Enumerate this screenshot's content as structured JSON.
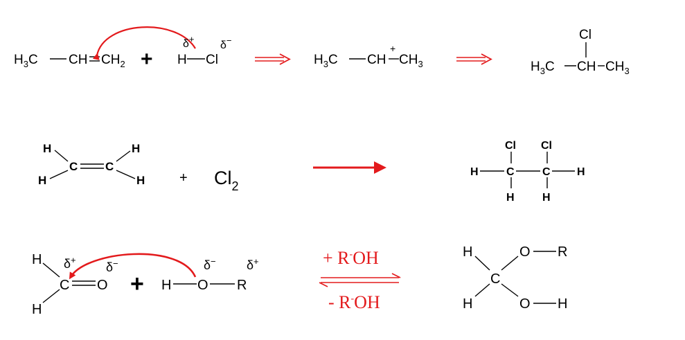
{
  "colors": {
    "ink": "#000000",
    "accent": "#e31a1c"
  },
  "row1": {
    "propene": {
      "h3c": "H",
      "h3c_sub": "3",
      "h3c_c": "C",
      "ch": "CH",
      "ch2": "CH",
      "ch2_sub": "2"
    },
    "plus": "+",
    "hcl": {
      "h": "H",
      "cl": "Cl",
      "delta_plus": "δ",
      "plus_mark": "+",
      "delta_minus": "δ",
      "minus_mark": "−"
    },
    "carbocation": {
      "h3c": "H",
      "h3c_sub": "3",
      "h3c_c": "C",
      "ch": "CH",
      "charge": "+",
      "ch3": "CH",
      "ch3_sub": "3"
    },
    "product": {
      "cl": "Cl",
      "h3c": "H",
      "h3c_sub": "3",
      "h3c_c": "C",
      "ch": "CH",
      "ch3": "CH",
      "ch3_sub": "3"
    }
  },
  "row2": {
    "ethene": {
      "h": "H",
      "c": "C"
    },
    "plus": "+",
    "cl2": {
      "cl": "Cl",
      "sub": "2"
    },
    "product": {
      "cl": "Cl",
      "h": "H",
      "c": "C"
    }
  },
  "row3": {
    "formaldehyde": {
      "h": "H",
      "c": "C",
      "o": "O",
      "delta": "δ",
      "plus_mark": "+",
      "minus_mark": "−"
    },
    "plus": "+",
    "alcohol": {
      "h": "H",
      "o": "O",
      "r": "R",
      "delta": "δ",
      "plus_mark": "+",
      "minus_mark": "−"
    },
    "forward_label": {
      "prefix": "+ R",
      "sup": "-",
      "suffix": "OH"
    },
    "reverse_label": {
      "prefix": "- R",
      "sup": "-",
      "suffix": "OH"
    },
    "hemiacetal": {
      "h": "H",
      "c": "C",
      "o": "O",
      "r": "R"
    }
  }
}
